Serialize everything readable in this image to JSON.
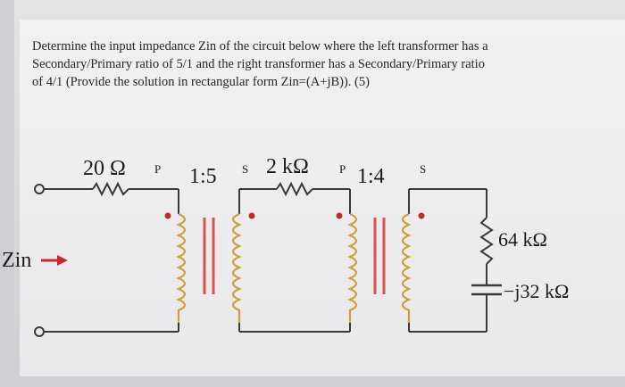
{
  "question": {
    "line1": "Determine the input impedance Zin of the circuit below where the left transformer has a",
    "line2": "Secondary/Primary ratio of 5/1 and the right transformer has a Secondary/Primary ratio",
    "line3": "of 4/1 (Provide the solution in rectangular form Zin=(A+jB)). (5)"
  },
  "circuit": {
    "resistor1_label": "20 Ω",
    "resistor2_label": "2 kΩ",
    "transformer1": {
      "primary_label": "P",
      "ratio": "1:5",
      "secondary_label": "S"
    },
    "transformer2": {
      "primary_label": "P",
      "ratio": "1:4",
      "secondary_label": "S"
    },
    "load_resistor_label": "64 kΩ",
    "load_capacitor_label": "−j32 kΩ",
    "input_label": "Zin"
  },
  "colors": {
    "wire": "#3a3a3a",
    "coil": "#c9a23a",
    "core": "#d9534a",
    "dot": "#c6282a",
    "terminal": "#e8e8ea"
  }
}
